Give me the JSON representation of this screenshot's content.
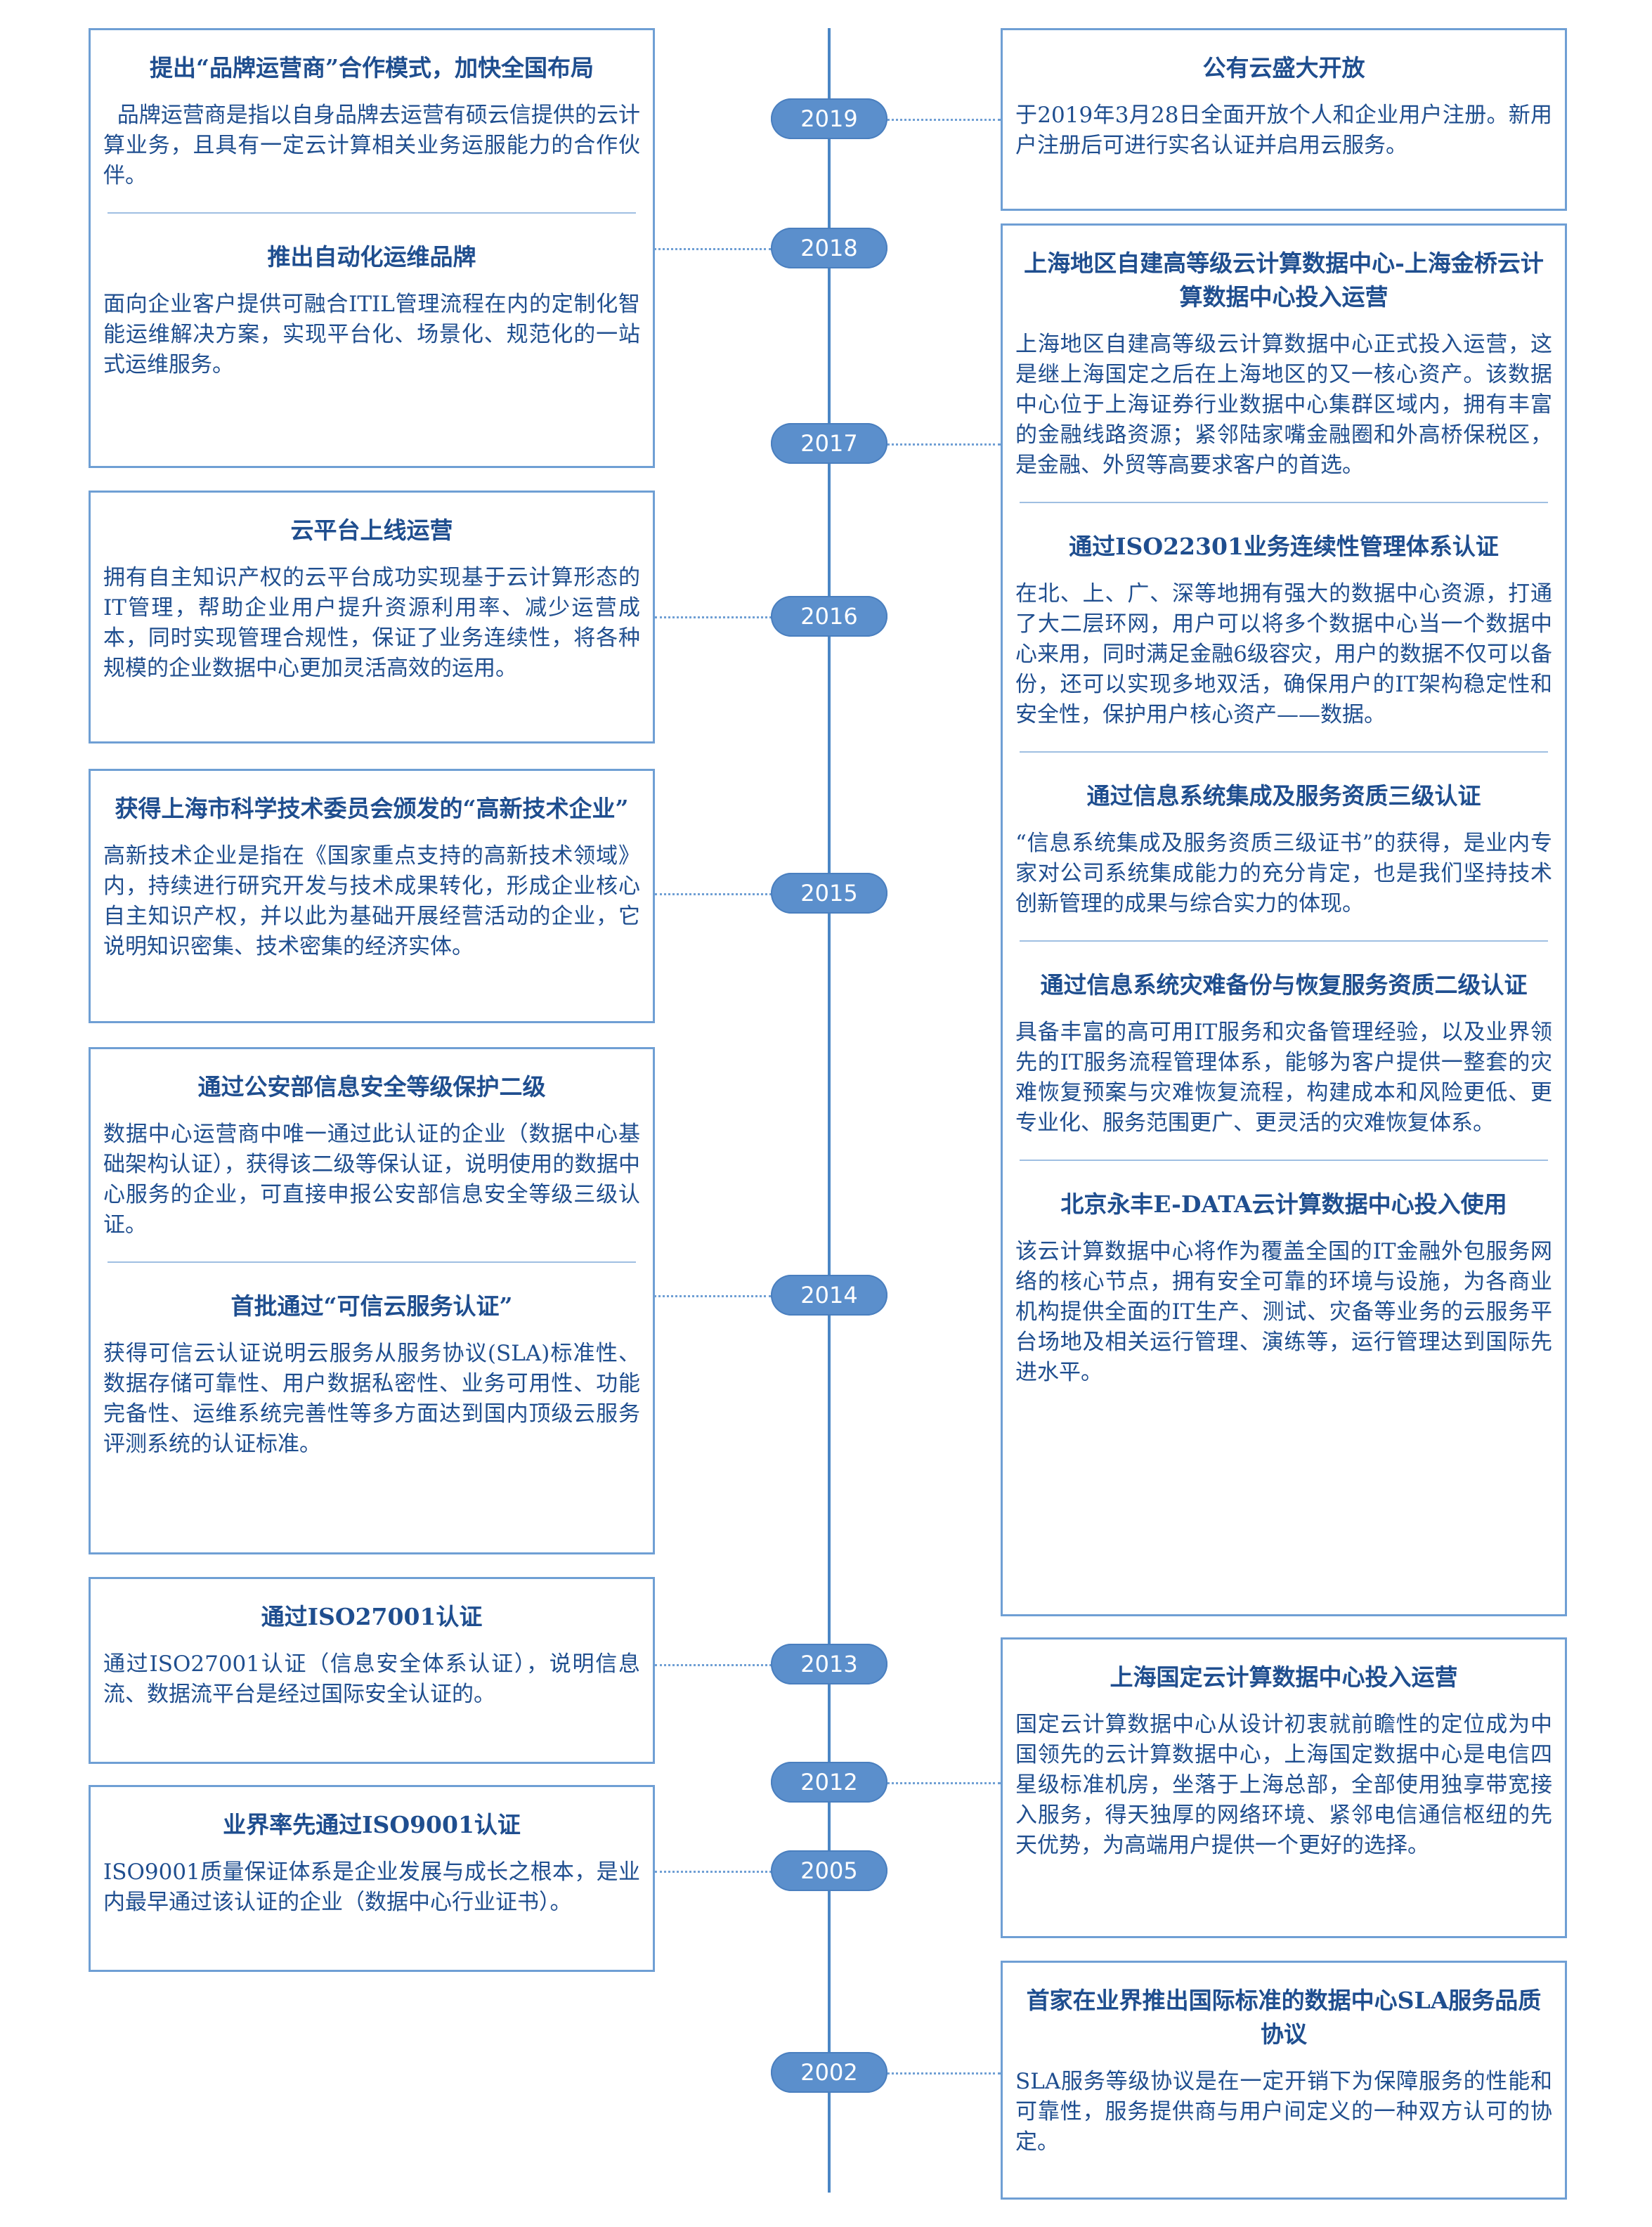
{
  "years": [
    "2019",
    "2018",
    "2017",
    "2016",
    "2015",
    "2014",
    "2013",
    "2012",
    "2005",
    "2002"
  ],
  "left_boxes": [
    {
      "sections": [
        {
          "title": "提出“品牌运营商”合作模式，加快全国布局",
          "body": "  品牌运营商是指以自身品牌去运营有硕云信提供的云计算业务，且具有一定云计算相关业务运服能力的合作伙伴。"
        },
        {
          "title": "推出自动化运维品牌",
          "body": "面向企业客户提供可融合ITIL管理流程在内的定制化智能运维解决方案，实现平台化、场景化、规范化的一站式运维服务。"
        }
      ]
    },
    {
      "sections": [
        {
          "title": "云平台上线运营",
          "body": "拥有自主知识产权的云平台成功实现基于云计算形态的IT管理，帮助企业用户提升资源利用率、减少运营成本，同时实现管理合规性，保证了业务连续性，将各种规模的企业数据中心更加灵活高效的运用。"
        }
      ]
    },
    {
      "sections": [
        {
          "title": "获得上海市科学技术委员会颁发的“高新技术企业”",
          "body": "高新技术企业是指在《国家重点支持的高新技术领域》内，持续进行研究开发与技术成果转化，形成企业核心自主知识产权，并以此为基础开展经营活动的企业，它说明知识密集、技术密集的经济实体。"
        }
      ]
    },
    {
      "sections": [
        {
          "title": "通过公安部信息安全等级保护二级",
          "body": "数据中心运营商中唯一通过此认证的企业（数据中心基础架构认证），获得该二级等保认证，说明使用的数据中心服务的企业，可直接申报公安部信息安全等级三级认证。"
        },
        {
          "title": "首批通过“可信云服务认证”",
          "body": "获得可信云认证说明云服务从服务协议(SLA)标准性、数据存储可靠性、用户数据私密性、业务可用性、功能完备性、运维系统完善性等多方面达到国内顶级云服务评测系统的认证标准。"
        }
      ]
    },
    {
      "sections": [
        {
          "title": "通过ISO27001认证",
          "body": "通过ISO27001认证（信息安全体系认证），说明信息流、数据流平台是经过国际安全认证的。"
        }
      ]
    },
    {
      "sections": [
        {
          "title": "业界率先通过ISO9001认证",
          "body": "ISO9001质量保证体系是企业发展与成长之根本，是业内最早通过该认证的企业（数据中心行业证书）。"
        }
      ]
    }
  ],
  "right_boxes": [
    {
      "sections": [
        {
          "title": "公有云盛大开放",
          "body": "于2019年3月28日全面开放个人和企业用户注册。新用户注册后可进行实名认证并启用云服务。"
        }
      ]
    },
    {
      "sections": [
        {
          "title": "上海地区自建高等级云计算数据中心-上海金桥云计算数据中心投入运营",
          "body": "上海地区自建高等级云计算数据中心正式投入运营，这是继上海国定之后在上海地区的又一核心资产。该数据中心位于上海证券行业数据中心集群区域内，拥有丰富的金融线路资源；紧邻陆家嘴金融圈和外高桥保税区，是金融、外贸等高要求客户的首选。"
        },
        {
          "title": "通过ISO22301业务连续性管理体系认证",
          "body": "在北、上、广、深等地拥有强大的数据中心资源，打通了大二层环网，用户可以将多个数据中心当一个数据中心来用，同时满足金融6级容灾，用户的数据不仅可以备份，还可以实现多地双活，确保用户的IT架构稳定性和安全性，保护用户核心资产——数据。"
        },
        {
          "title": "通过信息系统集成及服务资质三级认证",
          "body": "“信息系统集成及服务资质三级证书”的获得，是业内专家对公司系统集成能力的充分肯定，也是我们坚持技术创新管理的成果与综合实力的体现。"
        },
        {
          "title": "通过信息系统灾难备份与恢复服务资质二级认证",
          "body": "具备丰富的高可用IT服务和灾备管理经验，以及业界领先的IT服务流程管理体系，能够为客户提供一整套的灾难恢复预案与灾难恢复流程，构建成本和风险更低、更专业化、服务范围更广、更灵活的灾难恢复体系。"
        },
        {
          "title": "北京永丰E-DATA云计算数据中心投入使用",
          "body": "该云计算数据中心将作为覆盖全国的IT金融外包服务网络的核心节点，拥有安全可靠的环境与设施，为各商业机构提供全面的IT生产、测试、灾备等业务的云服务平台场地及相关运行管理、演练等，运行管理达到国际先进水平。"
        }
      ]
    },
    {
      "sections": [
        {
          "title": "上海国定云计算数据中心投入运营",
          "body": "国定云计算数据中心从设计初衷就前瞻性的定位成为中国领先的云计算数据中心，上海国定数据中心是电信四星级标准机房，坐落于上海总部，全部使用独享带宽接入服务，得天独厚的网络环境、紧邻电信通信枢纽的先天优势，为高端用户提供一个更好的选择。"
        }
      ]
    },
    {
      "sections": [
        {
          "title": "首家在业界推出国际标准的数据中心SLA服务品质协议",
          "body": "SLA服务等级协议是在一定开销下为保障服务的性能和可靠性，服务提供商与用户间定义的一种双方认可的协定。"
        }
      ]
    }
  ]
}
